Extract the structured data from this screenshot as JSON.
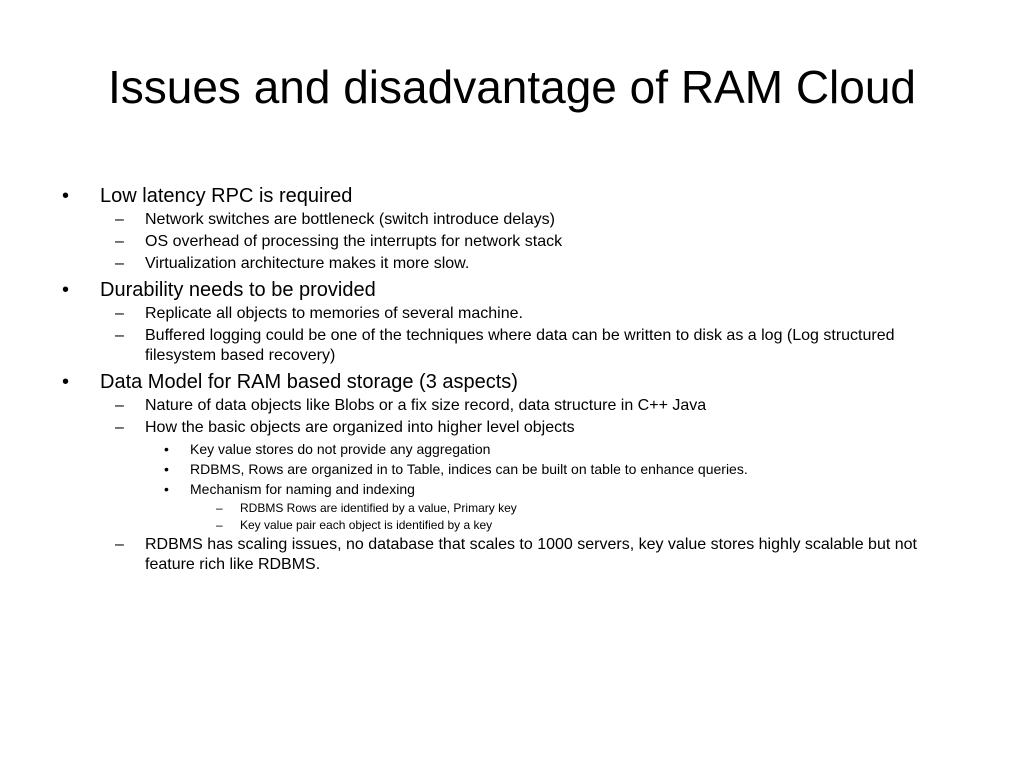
{
  "slide": {
    "title": "Issues and disadvantage of RAM Cloud",
    "bullet_marker": "•",
    "dash_marker": "–",
    "items": [
      {
        "level": 1,
        "text": "Low latency RPC is required"
      },
      {
        "level": 2,
        "text": "Network switches are bottleneck (switch introduce delays)"
      },
      {
        "level": 2,
        "text": "OS overhead of processing the interrupts for network stack"
      },
      {
        "level": 2,
        "text": "Virtualization architecture makes it more slow."
      },
      {
        "level": 1,
        "text": "Durability needs to be provided"
      },
      {
        "level": 2,
        "text": "Replicate all objects to memories of several machine."
      },
      {
        "level": 2,
        "text": "Buffered logging could be one of the techniques where data can be written to disk as a log (Log structured filesystem based recovery)"
      },
      {
        "level": 1,
        "text": "Data Model for RAM based storage (3 aspects)"
      },
      {
        "level": 2,
        "text": "Nature of data objects like Blobs or a fix size record, data structure in C++ Java"
      },
      {
        "level": 2,
        "text": "How the basic objects are organized into higher level objects"
      },
      {
        "level": 3,
        "text": "Key value stores do not provide any aggregation"
      },
      {
        "level": 3,
        "text": "RDBMS, Rows  are organized in to Table, indices can be built on table to enhance queries."
      },
      {
        "level": 3,
        "text": "Mechanism for naming and indexing"
      },
      {
        "level": 4,
        "text": "RDBMS Rows are identified by a value, Primary key"
      },
      {
        "level": 4,
        "text": "Key value pair each object is identified by a key"
      },
      {
        "level": 2,
        "text": "RDBMS has scaling issues, no database that scales to 1000 servers, key value stores highly scalable but not feature rich like RDBMS."
      }
    ]
  }
}
